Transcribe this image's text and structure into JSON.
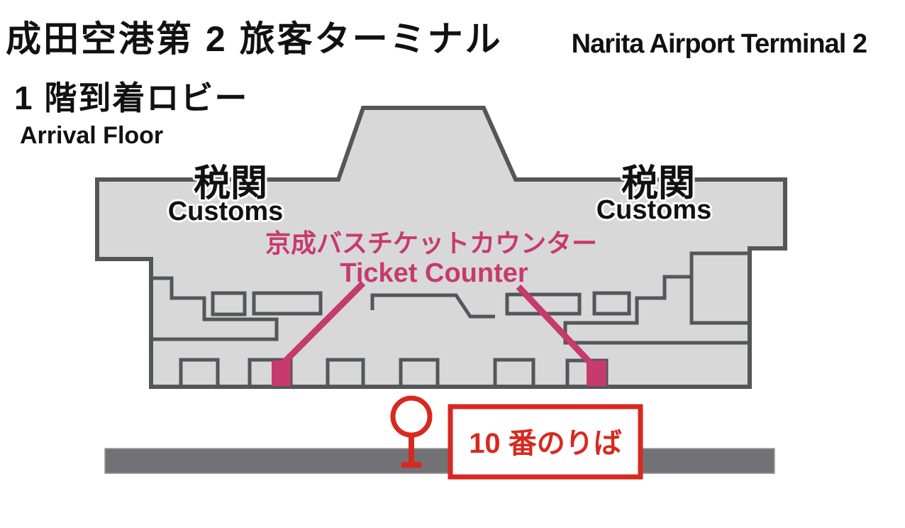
{
  "header": {
    "title_jp": "成田空港第 2 旅客ターミナル",
    "title_en": "Narita Airport Terminal 2",
    "floor_jp": "1 階到着ロビー",
    "floor_en": "Arrival Floor"
  },
  "map": {
    "customs_left": {
      "jp": "税関",
      "en": "Customs"
    },
    "customs_right": {
      "jp": "税関",
      "en": "Customs"
    },
    "ticket_counter": {
      "jp": "京成バスチケットカウンター",
      "en": "Ticket Counter"
    },
    "bus_stop_label": "10 番のりば"
  },
  "colors": {
    "text": "#111111",
    "building_fill": "#d8d8d9",
    "building_border": "#55565a",
    "road": "#727276",
    "accent_pink": "#c63a6e",
    "accent_red": "#d7291f"
  }
}
